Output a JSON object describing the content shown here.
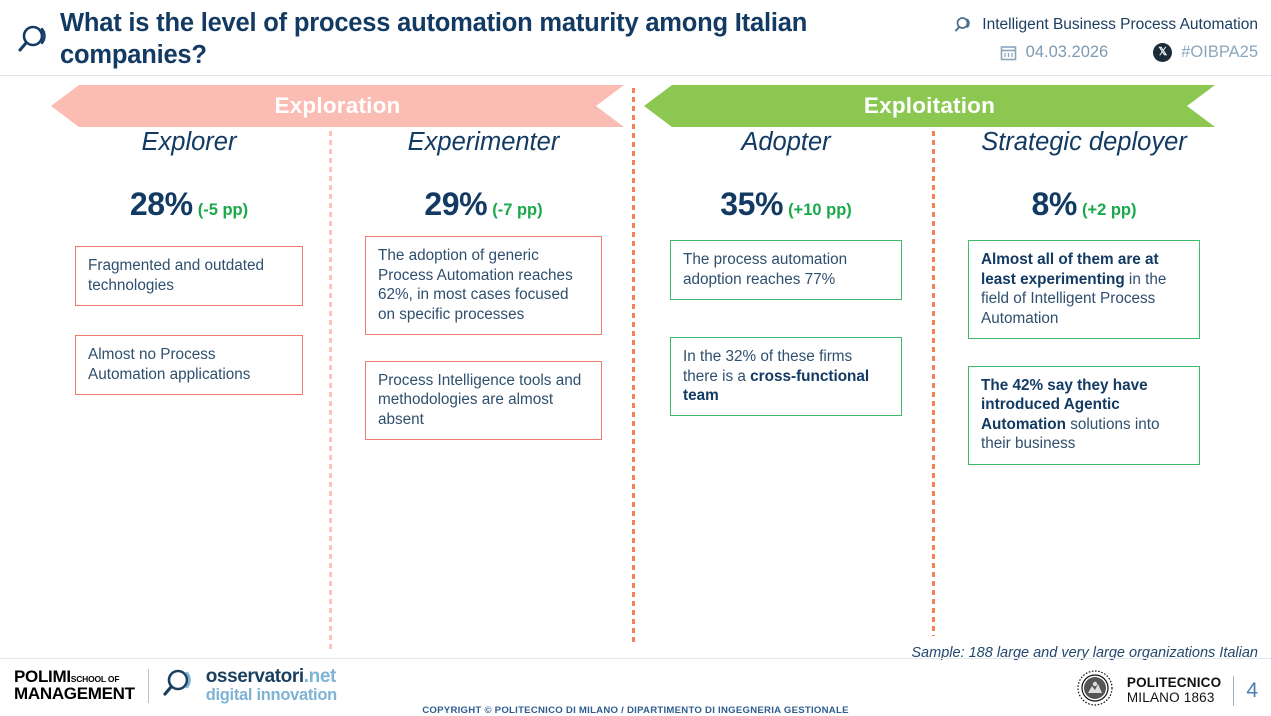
{
  "header": {
    "lens_icon": "magnifier-icon",
    "title": "What is the level of process automation maturity among Italian companies?",
    "observatory": "Intelligent Business Process Automation",
    "observatory_icon": "magnifier-icon",
    "date": "04.03.2026",
    "date_icon": "calendar-icon",
    "hashtag": "#OIBPA25",
    "hashtag_icon": "x-social-icon"
  },
  "banners": [
    {
      "label": "Exploration",
      "color": "#fbbcb4"
    },
    {
      "label": "Exploitation",
      "color": "#8cc751"
    }
  ],
  "columns": [
    {
      "name": "Explorer",
      "value": "28%",
      "delta": "(-5 pp)",
      "accent": "#f07a72",
      "boxes": [
        {
          "html": "Fragmented and outdated technologies"
        },
        {
          "html": "Almost no Process Automation applications"
        }
      ]
    },
    {
      "name": "Experimenter",
      "value": "29%",
      "delta": "(-7 pp)",
      "accent": "#f07a72",
      "boxes": [
        {
          "html": "The adoption of generic Process Automation reaches 62%, in most cases focused on specific processes"
        },
        {
          "html": "Process Intelligence tools and methodologies are almost absent"
        }
      ]
    },
    {
      "name": "Adopter",
      "value": "35%",
      "delta": "(+10 pp)",
      "accent": "#3fba6e",
      "boxes": [
        {
          "html": "The process automation adoption reaches 77%"
        },
        {
          "html": "In the 32% of these firms there is a <b>cross-functional team</b>"
        }
      ]
    },
    {
      "name": "Strategic deployer",
      "value": "8%",
      "delta": "(+2 pp)",
      "accent": "#3fba6e",
      "boxes": [
        {
          "html": "<b>Almost all of them are at least experimenting</b> in the field of Intelligent Process Automation"
        },
        {
          "html": "<b>The 42% say they have introduced Agentic Automation</b> solutions into their business"
        }
      ]
    }
  ],
  "footer": {
    "sample_note": "Sample: 188 large and very large organizations Italian",
    "polimi_line1": "POLIMI",
    "polimi_line1_small": "SCHOOL OF",
    "polimi_line2": "MANAGEMENT",
    "osservatori_line1": "osservatori",
    "osservatori_line1_suffix": ".net",
    "osservatori_line2": "digital innovation",
    "copyright": "COPYRIGHT © POLITECNICO DI MILANO / DIPARTIMENTO DI INGEGNERIA GESTIONALE",
    "polito_line1": "POLITECNICO",
    "polito_line2": "MILANO 1863",
    "page_number": "4"
  }
}
